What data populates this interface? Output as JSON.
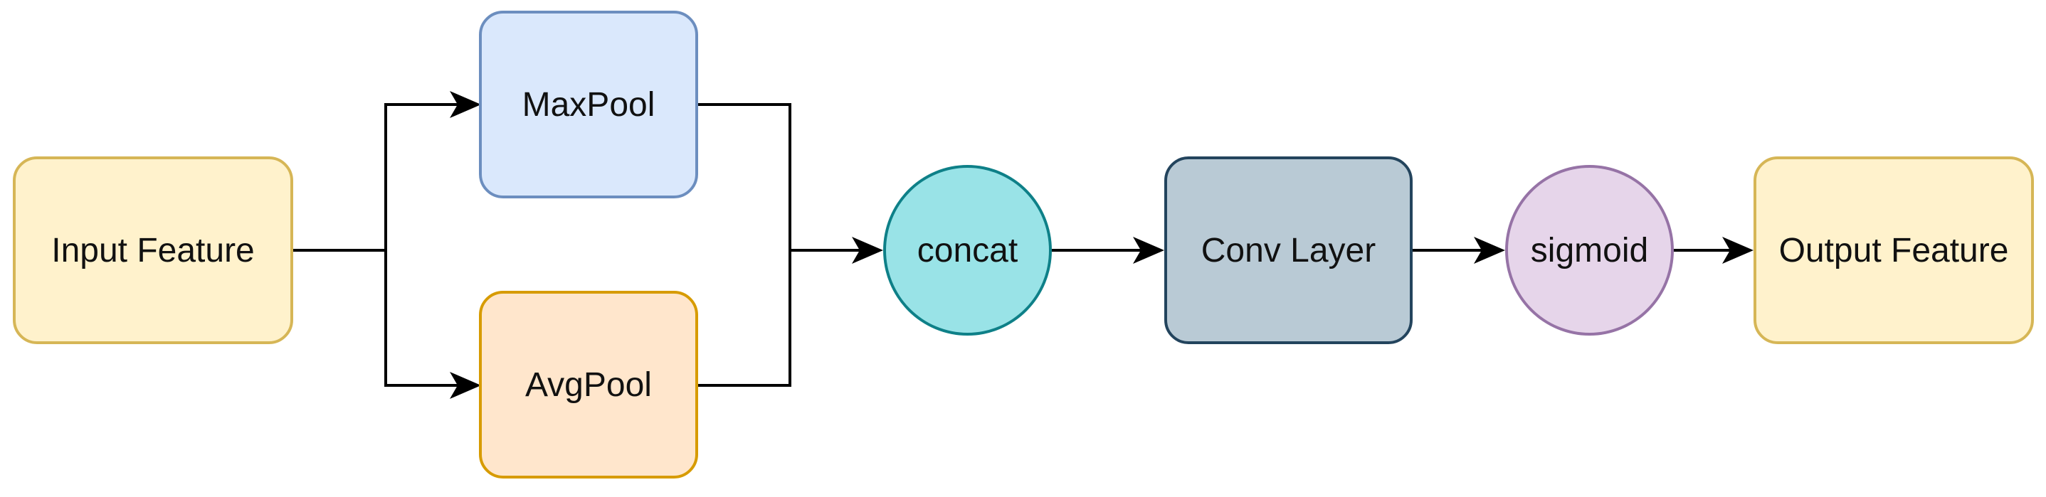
{
  "nodes": {
    "input": {
      "label": "Input Feature",
      "fill": "#FFF2CC",
      "stroke": "#D6B656"
    },
    "maxpool": {
      "label": "MaxPool",
      "fill": "#DAE8FC",
      "stroke": "#6C8EBF"
    },
    "avgpool": {
      "label": "AvgPool",
      "fill": "#FFE6CC",
      "stroke": "#D79B00"
    },
    "concat": {
      "label": "concat",
      "fill": "#99E3E7",
      "stroke": "#0E8088"
    },
    "conv": {
      "label": "Conv Layer",
      "fill": "#B9CAD5",
      "stroke": "#23445D"
    },
    "sigmoid": {
      "label": "sigmoid",
      "fill": "#E6D5EA",
      "stroke": "#9673A6"
    },
    "output": {
      "label": "Output Feature",
      "fill": "#FFF2CC",
      "stroke": "#D6B656"
    }
  },
  "edges": [
    {
      "from": "input",
      "to": "maxpool"
    },
    {
      "from": "input",
      "to": "avgpool"
    },
    {
      "from": "maxpool",
      "to": "concat"
    },
    {
      "from": "avgpool",
      "to": "concat"
    },
    {
      "from": "concat",
      "to": "conv"
    },
    {
      "from": "conv",
      "to": "sigmoid"
    },
    {
      "from": "sigmoid",
      "to": "output"
    }
  ],
  "colors": {
    "edge": "#000000"
  }
}
